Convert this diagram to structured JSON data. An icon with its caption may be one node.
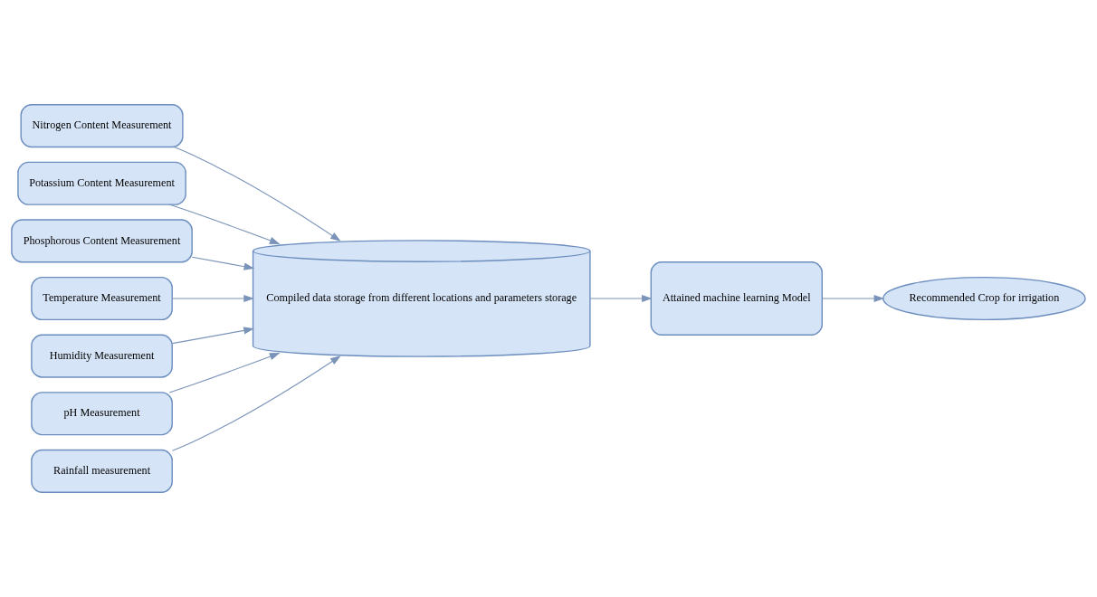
{
  "diagram": {
    "nodes": [
      {
        "text": [
          "Nitrogen Content Measurement"
        ]
      },
      {
        "text": [
          "Potassium Content Measurement"
        ]
      },
      {
        "text": [
          "Phosphorous Content Measurement"
        ]
      },
      {
        "text": [
          "Temperature Measurement"
        ]
      },
      {
        "text": [
          "Humidity Measurement"
        ]
      },
      {
        "text": [
          "pH Measurement"
        ]
      },
      {
        "text": [
          "Rainfall measurement"
        ]
      },
      {
        "text": [
          "Compiled data storage from different locations and parameters storage"
        ]
      },
      {
        "text": [
          "Attained machine learning Model"
        ]
      },
      {
        "text": [
          "Recommended Crop for irrigation"
        ]
      }
    ],
    "edges": [
      {
        "from": 0,
        "to": 7,
        "arrow": "to"
      },
      {
        "from": 1,
        "to": 7,
        "arrow": "to"
      },
      {
        "from": 2,
        "to": 7,
        "arrow": "to"
      },
      {
        "from": 3,
        "to": 7,
        "arrow": "to"
      },
      {
        "from": 4,
        "to": 7,
        "arrow": "to"
      },
      {
        "from": 5,
        "to": 7,
        "arrow": "to"
      },
      {
        "from": 6,
        "to": 7,
        "arrow": "to"
      },
      {
        "from": 7,
        "to": 8,
        "arrow": "to"
      },
      {
        "from": 8,
        "to": 9,
        "arrow": "to"
      }
    ]
  }
}
